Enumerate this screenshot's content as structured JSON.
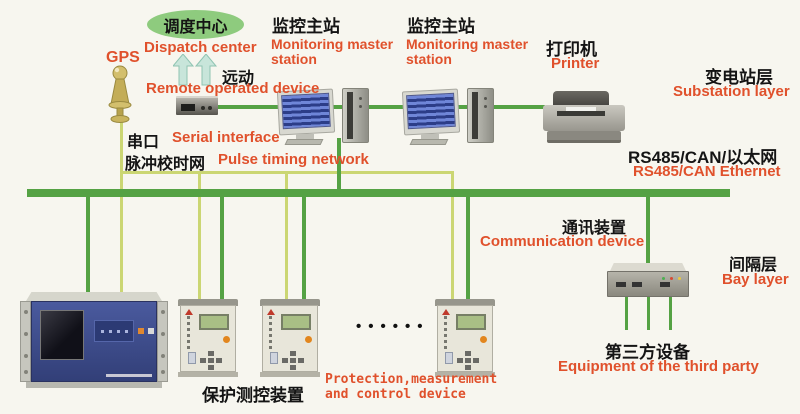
{
  "colors": {
    "background": "#f7f6ef",
    "bus_green": "#55a244",
    "timing_yellow": "#cbd673",
    "label_red": "#e0512c",
    "text_black": "#141414",
    "dispatch_ellipse_green": "#8ecb7e"
  },
  "substation": {
    "dispatch_center": {
      "zh": "调度中心",
      "en": "Dispatch center"
    },
    "gps": {
      "label": "GPS"
    },
    "remote_device": {
      "zh": "远动",
      "en": "Remote operated device"
    },
    "monitoring_station_1": {
      "zh": "监控主站",
      "en": "Monitoring master station"
    },
    "monitoring_station_2": {
      "zh": "监控主站",
      "en": "Monitoring master station"
    },
    "printer": {
      "zh": "打印机",
      "en": "Printer"
    },
    "layer_label": {
      "zh": "变电站层",
      "en": "Substation layer"
    }
  },
  "networks": {
    "serial_interface": {
      "zh": "串口",
      "en": "Serial interface"
    },
    "pulse_timing": {
      "zh": "脉冲校时网",
      "en": "Pulse timing network"
    },
    "ethernet_bus": {
      "zh": "RS485/CAN/以太网",
      "en": "RS485/CAN Ethernet"
    }
  },
  "bay": {
    "layer_label": {
      "zh": "间隔层",
      "en": "Bay layer"
    },
    "communication_device": {
      "zh": "通讯装置",
      "en": "Communication device"
    },
    "protection_device": {
      "zh": "保护测控装置",
      "en_line1": "Protection,measurement",
      "en_line2": "and control device"
    },
    "third_party": {
      "zh": "第三方设备",
      "en": "Equipment of the third party"
    },
    "ellipsis": "••••••"
  },
  "icons": {
    "gps_antenna": "gps-antenna-icon",
    "remote_terminal": "remote-terminal-icon",
    "workstation": "workstation-icon",
    "printer": "printer-icon",
    "communication_box": "communication-device-icon",
    "protection_rack": "protection-rack-icon",
    "protection_relay": "protection-relay-icon",
    "up_arrows": "up-arrows-icon"
  }
}
